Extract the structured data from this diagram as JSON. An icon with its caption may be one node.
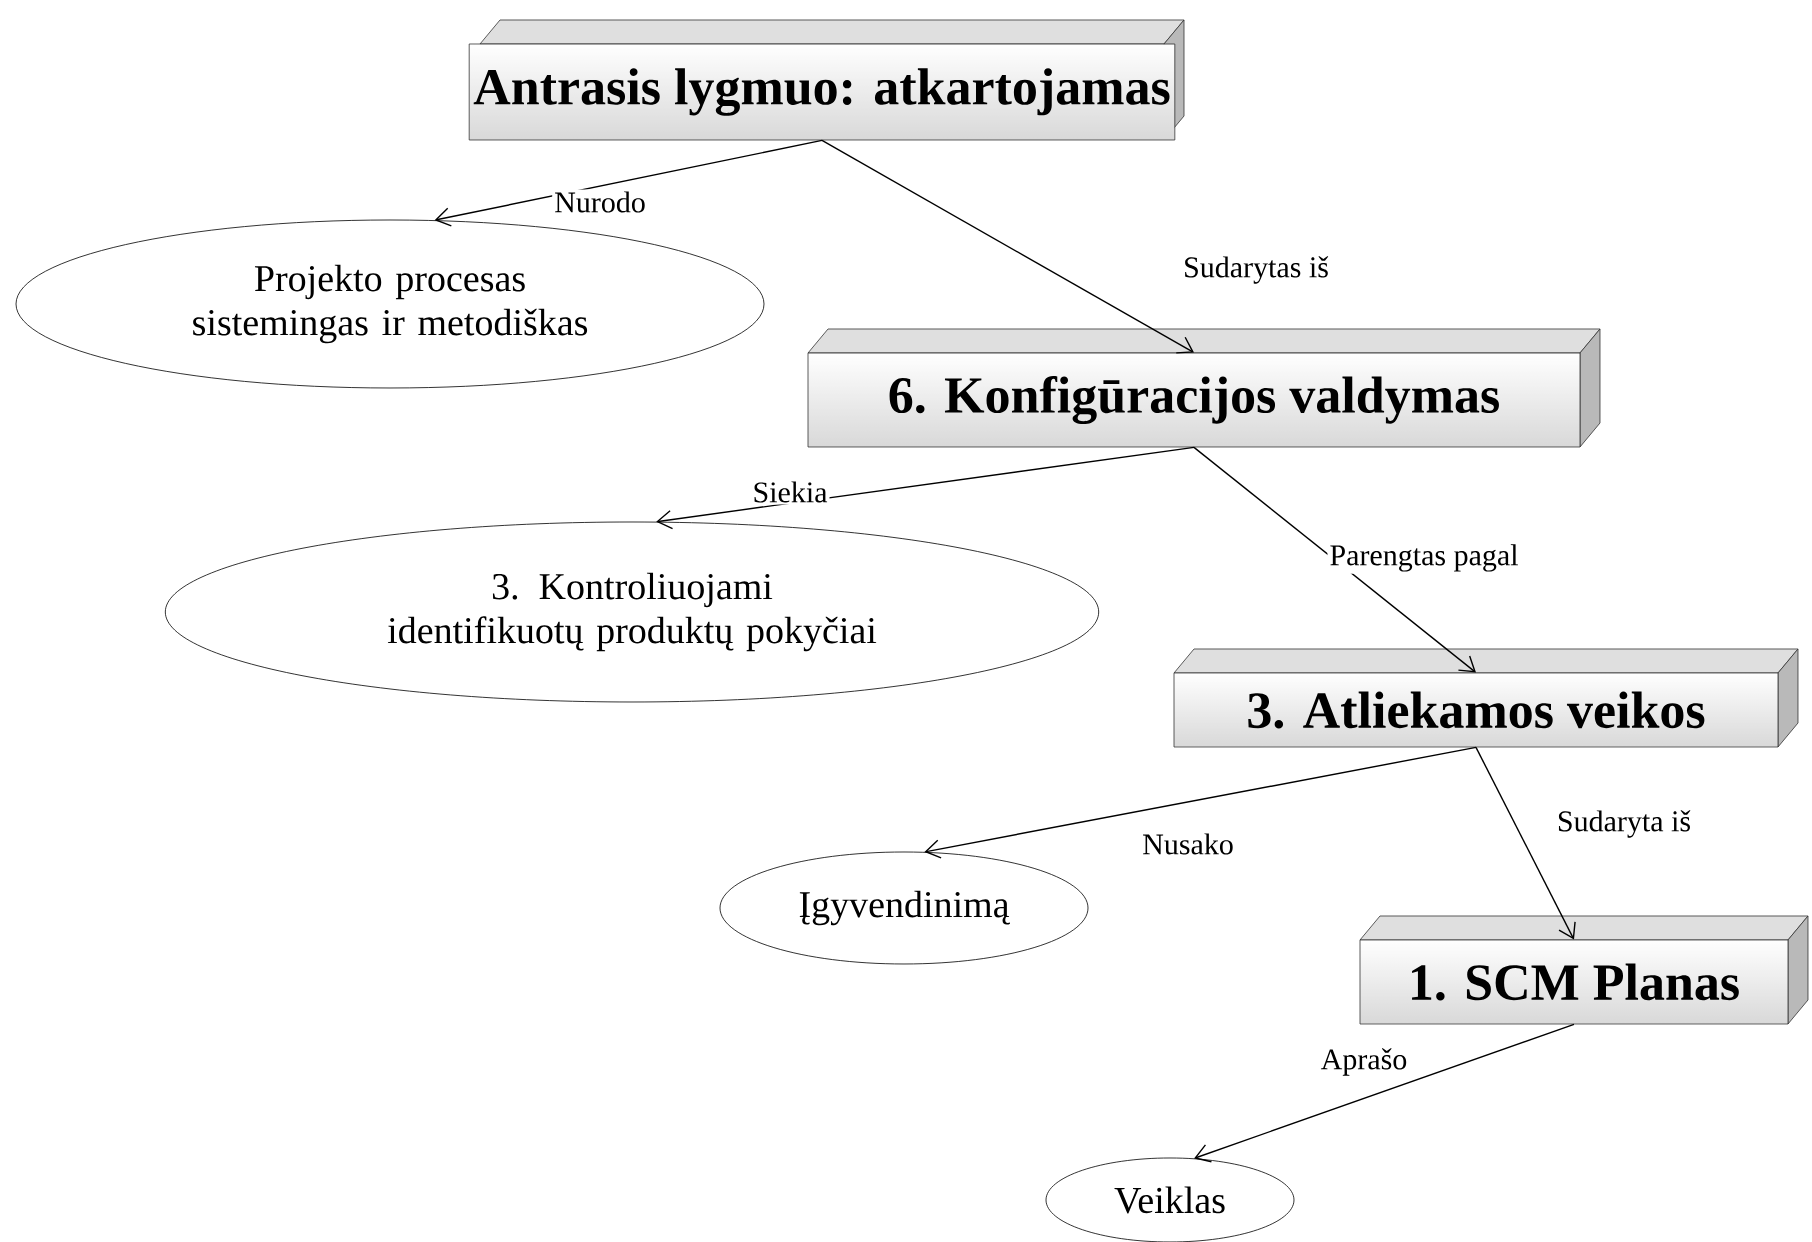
{
  "diagram": {
    "nodes": [
      {
        "text": [
          "Antrasis lygmuo: atkartojamas"
        ]
      },
      {
        "text": [
          "Projekto procesas sistemingas ir metodiškas"
        ]
      },
      {
        "text": [
          "6. Konfigūracijos valdymas"
        ]
      },
      {
        "text": [
          "3. Kontroliuojami identifikuotų produktų pokyčiai"
        ]
      },
      {
        "text": [
          "3. Atliekamos veikos"
        ]
      },
      {
        "text": [
          "Įgyvendinimą"
        ]
      },
      {
        "text": [
          "1. SCM Planas"
        ]
      },
      {
        "text": [
          "Veiklas"
        ]
      }
    ],
    "edges": [
      {
        "from": 0,
        "to": 1,
        "arrow": "to",
        "label": "Nurodo"
      },
      {
        "from": 0,
        "to": 2,
        "arrow": "to",
        "label": "Sudarytas iš"
      },
      {
        "from": 2,
        "to": 3,
        "arrow": "to",
        "label": "Siekia"
      },
      {
        "from": 2,
        "to": 4,
        "arrow": "to",
        "label": "Parengtas pagal"
      },
      {
        "from": 4,
        "to": 5,
        "arrow": "to",
        "label": "Nusako"
      },
      {
        "from": 4,
        "to": 6,
        "arrow": "to",
        "label": "Sudaryta iš"
      },
      {
        "from": 6,
        "to": 7,
        "arrow": "to",
        "label": "Aprašo"
      }
    ]
  }
}
